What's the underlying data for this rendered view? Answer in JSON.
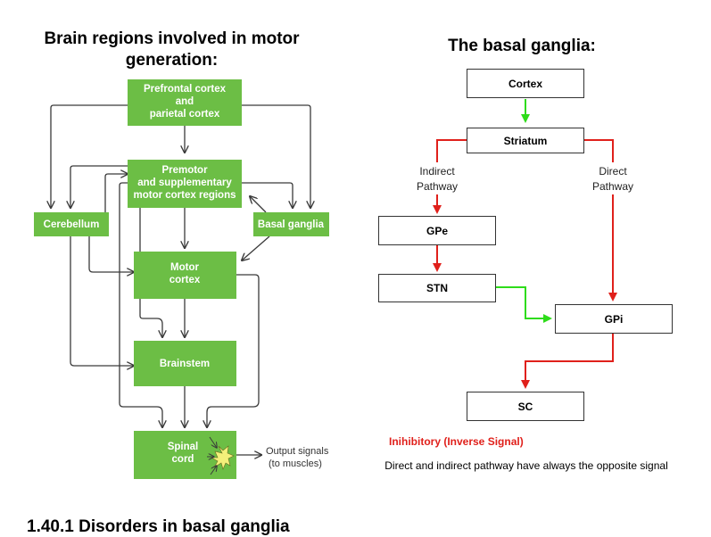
{
  "left": {
    "title_line1": "Brain regions involved in motor",
    "title_line2": "generation:",
    "boxes": {
      "prefrontal": [
        "Prefrontal cortex",
        "and",
        "parietal cortex"
      ],
      "premotor": [
        "Premotor",
        "and supplementary",
        "motor cortex regions"
      ],
      "cerebellum": "Cerebellum",
      "basal_ganglia": "Basal ganglia",
      "motor": [
        "Motor",
        "cortex"
      ],
      "brainstem": "Brainstem",
      "spinal": [
        "Spinal",
        "cord"
      ]
    },
    "output": [
      "Output signals",
      "(to muscles)"
    ]
  },
  "right": {
    "title": "The basal ganglia:",
    "boxes": {
      "cortex": "Cortex",
      "striatum": "Striatum",
      "gpe": "GPe",
      "stn": "STN",
      "gpi": "GPi",
      "sc": "SC"
    },
    "indirect": [
      "Indirect",
      "Pathway"
    ],
    "direct": [
      "Direct",
      "Pathway"
    ],
    "legend_inhibitory": "Inihibitory (Inverse Signal)",
    "note": "Direct and indirect pathway have always the opposite signal"
  },
  "colors": {
    "box_green": "#6cbe45",
    "inhibitory": "#e0201b",
    "excitatory": "#2edc1a"
  },
  "footer": {
    "heading": "1.40.1 Disorders in basal ganglia"
  }
}
